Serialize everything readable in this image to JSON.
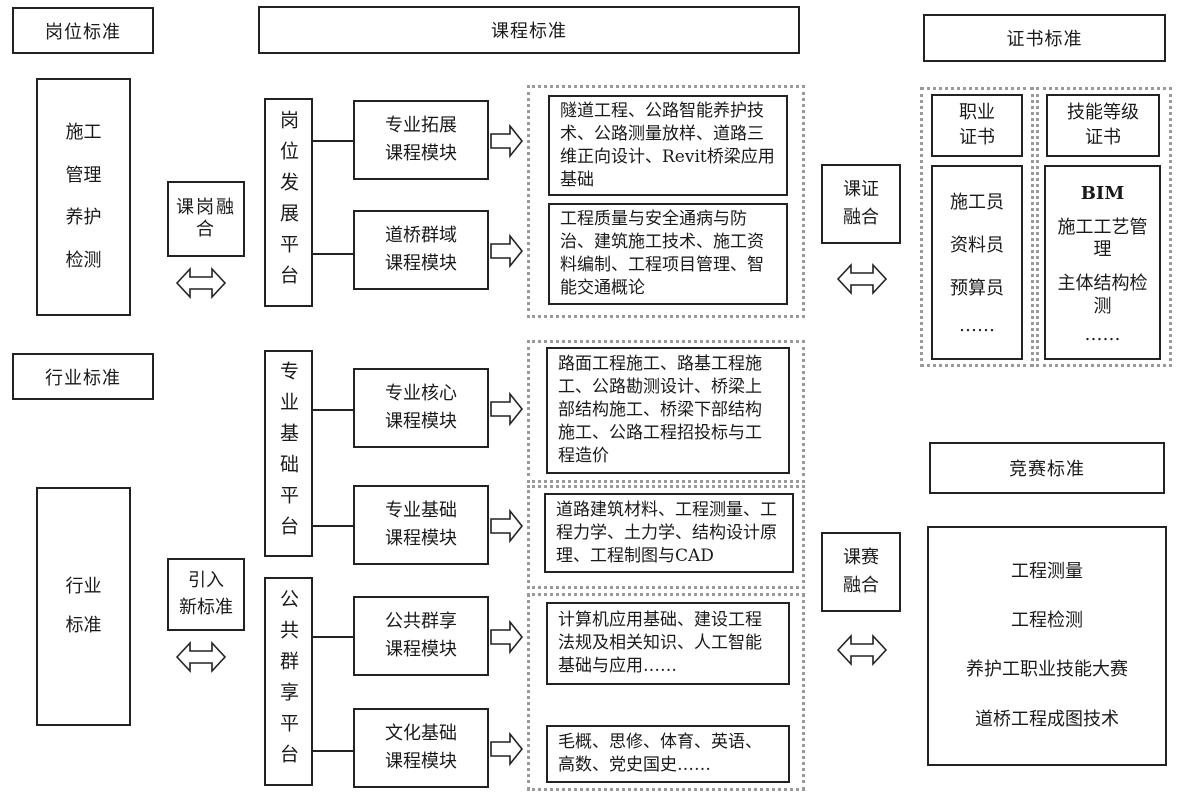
{
  "headers": {
    "position_std": "岗位标准",
    "course_std": "课程标准",
    "cert_std": "证书标准",
    "industry_std": "行业标准",
    "contest_std": "竞赛标准"
  },
  "left": {
    "position_items": [
      "施工",
      "管理",
      "养护",
      "检测"
    ],
    "industry_items": [
      "行业",
      "标准"
    ],
    "link1": "课岗融合",
    "link2": [
      "引入",
      "新标准"
    ]
  },
  "platforms": [
    "岗位发展平台",
    "专业基础平台",
    "公共群享平台"
  ],
  "modules": [
    [
      "专业拓展",
      "课程模块"
    ],
    [
      "道桥群域",
      "课程模块"
    ],
    [
      "专业核心",
      "课程模块"
    ],
    [
      "专业基础",
      "课程模块"
    ],
    [
      "公共群享",
      "课程模块"
    ],
    [
      "文化基础",
      "课程模块"
    ]
  ],
  "contents": [
    "隧道工程、公路智能养护技术、公路测量放样、道路三维正向设计、Revit桥梁应用基础",
    "工程质量与安全通病与防治、建筑施工技术、施工资料编制、工程项目管理、智能交通概论",
    "路面工程施工、路基工程施工、公路勘测设计、桥梁上部结构施工、桥梁下部结构施工、公路工程招投标与工程造价",
    "道路建筑材料、工程测量、工程力学、土力学、结构设计原理、工程制图与CAD",
    "计算机应用基础、建设工程法规及相关知识、人工智能基础与应用……",
    "毛概、思修、体育、英语、高数、党史国史……"
  ],
  "right": {
    "cert_link": [
      "课证",
      "融合"
    ],
    "contest_link": [
      "课赛",
      "融合"
    ],
    "cert_col1_title": [
      "职业",
      "证书"
    ],
    "cert_col2_title": [
      "技能等级",
      "证书"
    ],
    "cert_col1_items": [
      "施工员",
      "资料员",
      "预算员",
      "……"
    ],
    "cert_col2_items": [
      "BIM",
      "施工工艺管理",
      "主体结构检测",
      "……"
    ],
    "contest_items": [
      "工程测量",
      "工程检测",
      "养护工职业技能大赛",
      "道桥工程成图技术"
    ]
  }
}
